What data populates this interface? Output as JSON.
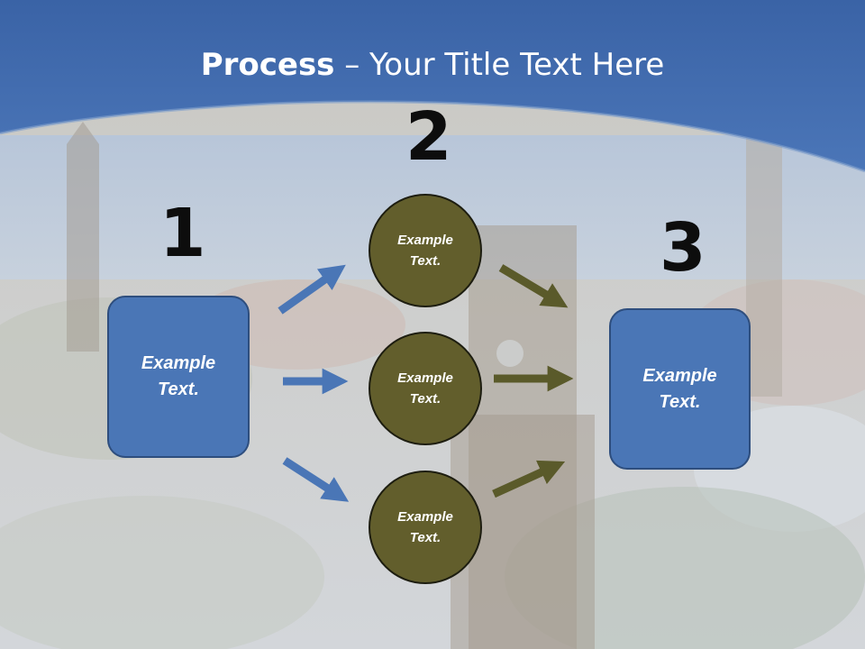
{
  "title": {
    "bold": "Process",
    "rest": " – Your Title Text Here"
  },
  "steps": [
    {
      "number": "1",
      "text": "Example\nText."
    },
    {
      "number": "2"
    },
    {
      "number": "3",
      "text": "Example\nText."
    }
  ],
  "circles": [
    {
      "text": "Example\nText."
    },
    {
      "text": "Example\nText."
    },
    {
      "text": "Example\nText."
    }
  ],
  "colors": {
    "header_blue": "#3f6aad",
    "box_blue": "#4a76b6",
    "circle_olive": "#625e2c",
    "arrow_blue": "#4a76b6",
    "arrow_olive": "#5a5a2a"
  }
}
